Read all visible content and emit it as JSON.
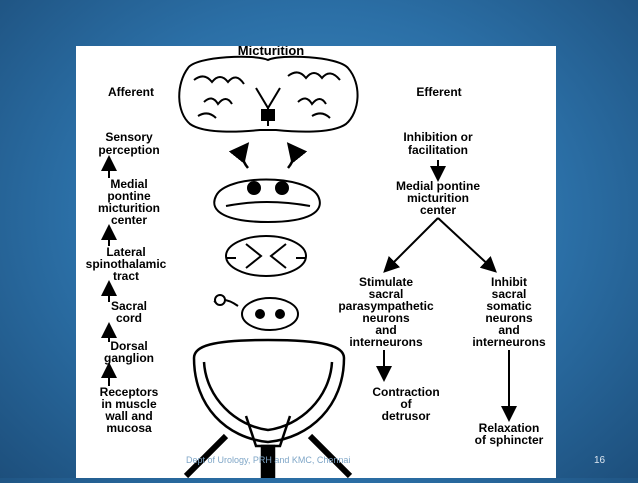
{
  "title": "Micturition",
  "afferent_header": "Afferent",
  "efferent_header": "Efferent",
  "afferent_steps": [
    [
      "Sensory",
      "perception"
    ],
    [
      "Medial",
      "pontine",
      "micturition",
      "center"
    ],
    [
      "Lateral",
      "spinothalamic",
      "tract"
    ],
    [
      "Sacral",
      "cord"
    ],
    [
      "Dorsal",
      "ganglion"
    ],
    [
      "Receptors",
      "in muscle",
      "wall and",
      "mucosa"
    ]
  ],
  "efferent_top": [
    "Inhibition or",
    "facilitation"
  ],
  "efferent_center": [
    "Medial pontine",
    "micturition",
    "center"
  ],
  "efferent_left_branch": [
    "Stimulate",
    "sacral",
    "parasympathetic",
    "neurons",
    "and",
    "interneurons"
  ],
  "efferent_right_branch": [
    "Inhibit",
    "sacral",
    "somatic",
    "neurons",
    "and",
    "interneurons"
  ],
  "efferent_left_result": [
    "Contraction",
    "of",
    "detrusor"
  ],
  "efferent_right_result": [
    "Relaxation",
    "of sphincter"
  ],
  "footer": "Dept of Urology, PRH and KMC, Chennai",
  "page_number": "16",
  "colors": {
    "background": "#2b6fa6",
    "panel": "#ffffff",
    "ink": "#000000"
  }
}
